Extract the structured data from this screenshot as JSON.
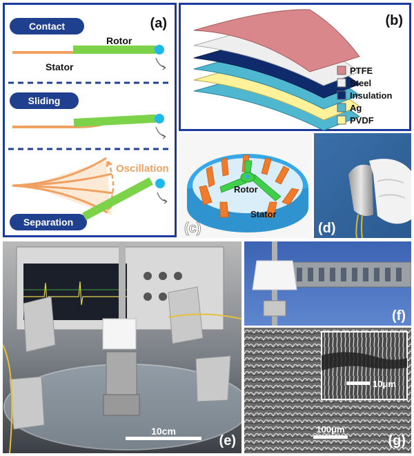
{
  "panels": {
    "a": {
      "label": "(a)",
      "stages": [
        "Contact",
        "Sliding",
        "Separation"
      ],
      "rotor": "Rotor",
      "stator": "Stator",
      "oscillation": "Oscillation"
    },
    "b": {
      "label": "(b)",
      "legend": [
        {
          "name": "PTFE",
          "color": "#d9878a"
        },
        {
          "name": "Steel",
          "color": "#eeeeee"
        },
        {
          "name": "Insulation",
          "color": "#0f2b6b"
        },
        {
          "name": "Ag",
          "color": "#4fb7cf"
        },
        {
          "name": "PVDF",
          "color": "#fff29a"
        }
      ]
    },
    "c": {
      "label": "(c)",
      "rotor": "Rotor",
      "stator": "Stator"
    },
    "d": {
      "label": "(d)"
    },
    "e": {
      "label": "(e)",
      "scale": "10cm"
    },
    "f": {
      "label": "(f)"
    },
    "g": {
      "label": "(g)",
      "scale_main": "100μm",
      "scale_inset": "10μm"
    }
  },
  "colors": {
    "frame": "#1c3a9e",
    "pill": "#1f3f8f",
    "stator": "#f0a060",
    "rotor": "#7cd34a",
    "ball": "#1fb8ea",
    "oscillation": "#f0a060",
    "rotor3d": "#3fcf4a",
    "stator3d": "#ef7b2b",
    "ring3d": "#37a7e7"
  }
}
